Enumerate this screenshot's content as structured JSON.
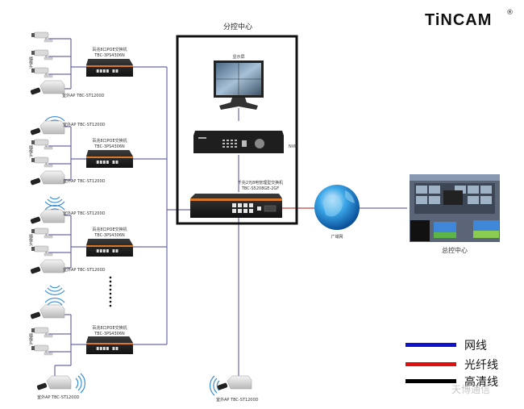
{
  "brand": {
    "name": "TiNCAM",
    "registered_mark": "®"
  },
  "sub_control_center": {
    "title": "分控中心",
    "monitor_label": "显示屏",
    "nvr_label": "NVR",
    "core_switch_label_1": "千兆2光8电管理型交换机",
    "core_switch_label_2": "TBC-S5208GE-2GF"
  },
  "wan": {
    "label": "广域网"
  },
  "main_control_center": {
    "label": "总控中心"
  },
  "groups": [
    {
      "switch_label_1": "百兆8口POE交换机",
      "switch_label_2": "TBC-3PS4306N",
      "camera_label": "摄像头",
      "aps": [
        {
          "label": "室外AP  TBC-ST1200D"
        }
      ]
    },
    {
      "switch_label_1": "百兆8口POE交换机",
      "switch_label_2": "TBC-3PS4306N",
      "camera_label": "摄像头",
      "aps": [
        {
          "label": "室外AP  TBC-ST1200D"
        },
        {
          "label": "室外AP  TBC-ST1200D"
        }
      ]
    },
    {
      "switch_label_1": "百兆8口POE交换机",
      "switch_label_2": "TBC-3PS4306N",
      "camera_label": "摄像头",
      "aps": [
        {
          "label": "室外AP  TBC-ST1200D"
        },
        {
          "label": "室外AP  TBC-ST1200D"
        }
      ]
    },
    {
      "switch_label_1": "百兆8口POE交换机",
      "switch_label_2": "TBC-3PS4306N",
      "camera_label": "摄像头",
      "aps": [
        {
          "label": "室外AP  TBC-ST1200D"
        }
      ]
    }
  ],
  "bottom_ap": {
    "label": "室外AP  TBC-ST1200D"
  },
  "legend": [
    {
      "label": "网线",
      "color": "#1010d0"
    },
    {
      "label": "光纤线",
      "color": "#e01010"
    },
    {
      "label": "高清线",
      "color": "#000000"
    }
  ],
  "watermark": "天博通信",
  "colors": {
    "network_line": "#6a6aa8",
    "fiber_line": "#c84040",
    "switch_accent": "#d9782a"
  }
}
